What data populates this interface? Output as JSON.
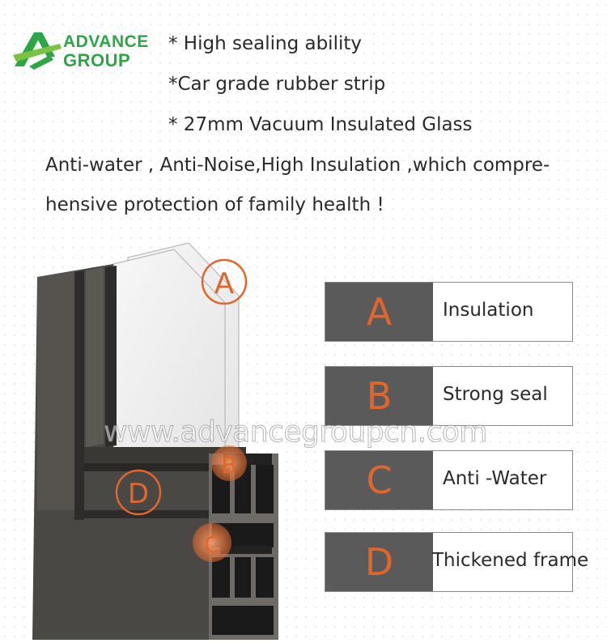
{
  "logo": {
    "line1": "ADVANCE",
    "line2": "GROUP",
    "brand_color": "#2da646"
  },
  "features": [
    "* High sealing ability",
    "*Car grade rubber strip",
    "* 27mm Vacuum Insulated Glass"
  ],
  "description": {
    "line1": "Anti-water , Anti-Noise,High Insulation ,which compre-",
    "line2": "hensive protection of family health !"
  },
  "diagram_markers": [
    "A",
    "B",
    "C",
    "D"
  ],
  "labels": [
    {
      "letter": "A",
      "text": "Insulation"
    },
    {
      "letter": "B",
      "text": "Strong seal"
    },
    {
      "letter": "C",
      "text": "Anti -Water"
    },
    {
      "letter": "D",
      "text": "Thickened frame"
    }
  ],
  "watermark": "www.advancegroupcn.com",
  "colors": {
    "accent": "#e0662a",
    "label_bg": "#5a5a5a",
    "frame": "#4a4845"
  }
}
